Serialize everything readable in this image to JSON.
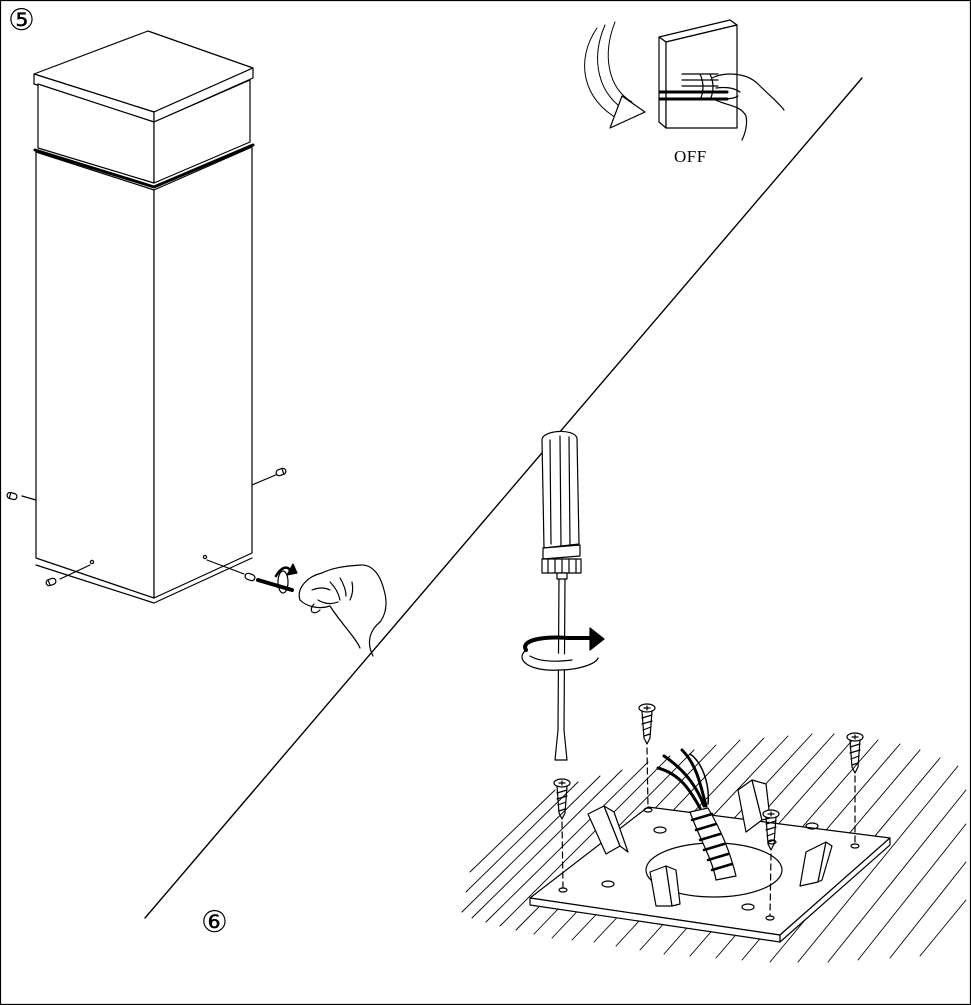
{
  "steps": {
    "step5": {
      "label": "⑤"
    },
    "step6": {
      "label": "⑥"
    }
  },
  "switch": {
    "state_label": "OFF"
  },
  "colors": {
    "ink": "#000000",
    "paper": "#ffffff"
  },
  "icons": [
    "bollard-body-icon",
    "hand-icon",
    "screw-icon",
    "light-switch-icon",
    "rotation-arrow-icon",
    "screwdriver-icon",
    "mounting-plate-icon",
    "cable-icon"
  ]
}
